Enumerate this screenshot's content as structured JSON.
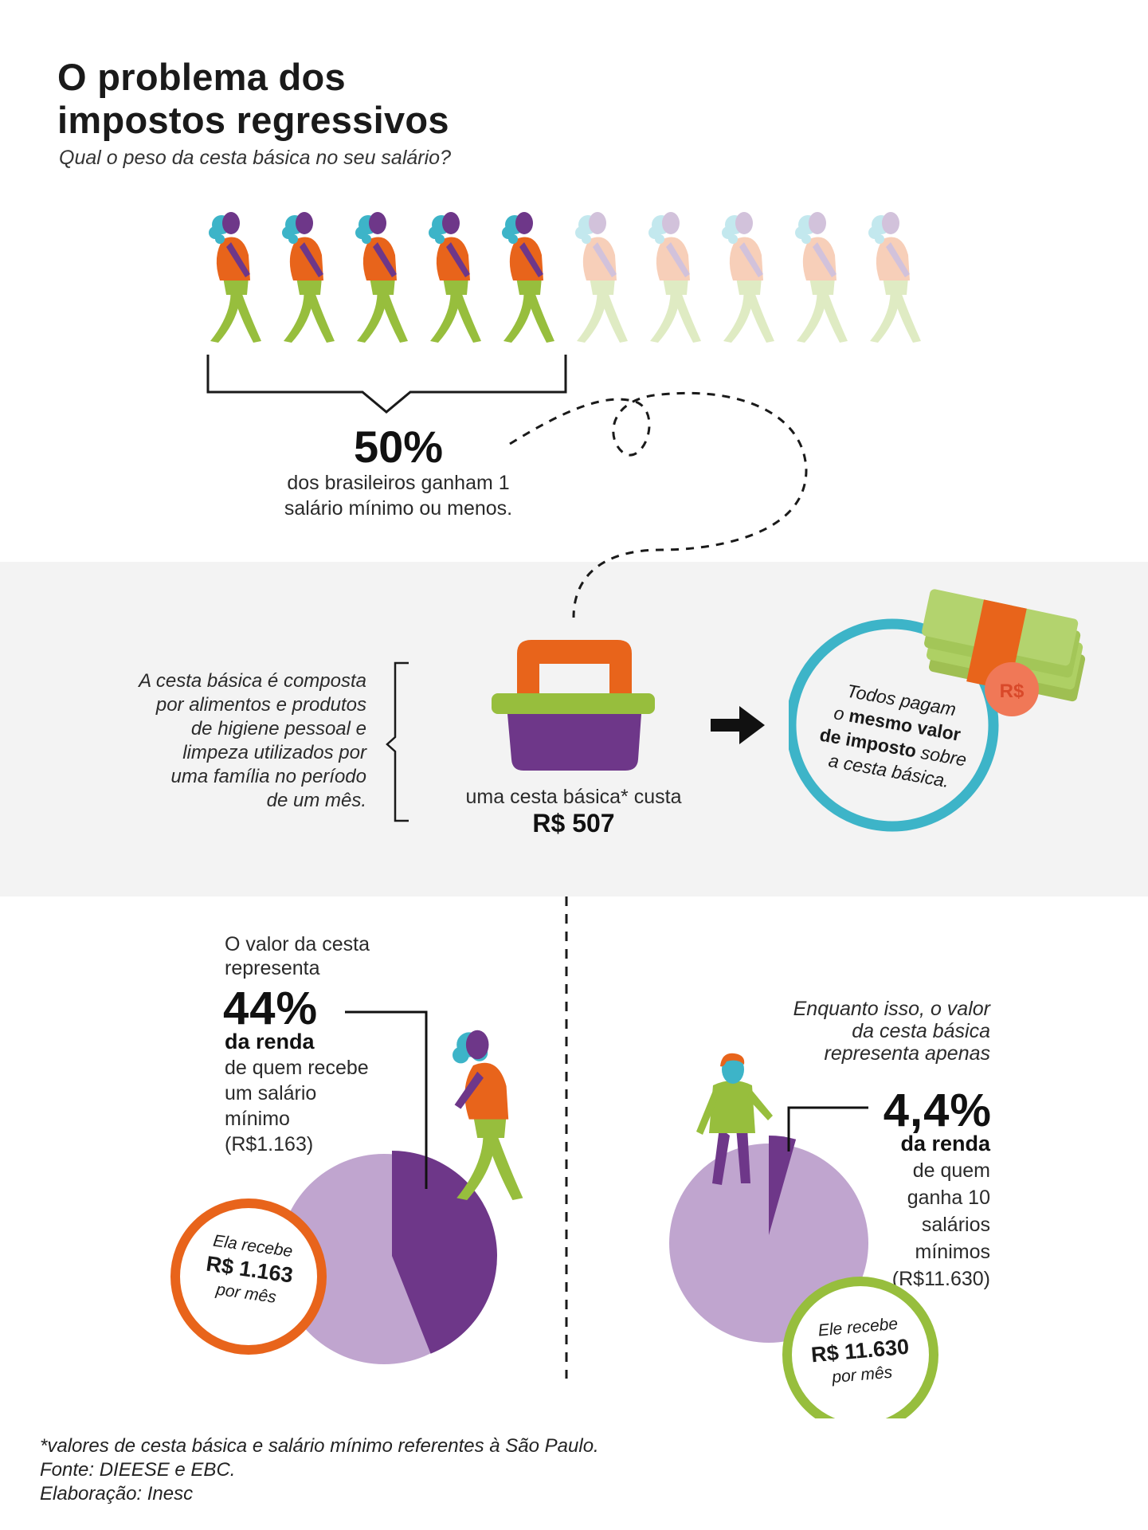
{
  "header": {
    "title": "O problema dos\nimpostos regressivos",
    "subtitle": "Qual o peso da cesta básica no seu salário?"
  },
  "people_row": {
    "total": 10,
    "highlighted": 5
  },
  "stat50": {
    "value": "50%",
    "text_line1": "dos brasileiros ganham 1",
    "text_line2": "salário mínimo ou menos."
  },
  "basket": {
    "description": [
      "A cesta básica é composta",
      "por alimentos e produtos",
      "de higiene pessoal e",
      "limpeza utilizados por",
      "uma família no período",
      "de um mês."
    ],
    "cost_label": "uma cesta básica* custa",
    "cost_value": "R$ 507"
  },
  "tax_circle": {
    "coin_label": "R$",
    "line1": "Todos pagam",
    "line2_plain": "o ",
    "line2_bold": "mesmo valor",
    "line3_bold": "de imposto",
    "line3_plain": " sobre",
    "line4": "a cesta básica."
  },
  "left_stat": {
    "intro_line1": "O valor da cesta",
    "intro_line2": "representa",
    "value": "44%",
    "bold_label": "da renda",
    "rest": [
      "de quem recebe",
      "um salário",
      "mínimo",
      "(R$1.163)"
    ],
    "badge_line1": "Ela recebe",
    "badge_value": "R$ 1.163",
    "badge_line3": "por mês",
    "share_percent": 44
  },
  "right_stat": {
    "intro": [
      "Enquanto isso, o valor",
      "da cesta básica",
      "representa apenas"
    ],
    "value": "4,4%",
    "bold_label": "da renda",
    "rest": [
      "de quem",
      "ganha 10",
      "salários",
      "mínimos",
      "(R$11.630)"
    ],
    "badge_line1": "Ele recebe",
    "badge_value": "R$ 11.630",
    "badge_line3": "por mês",
    "share_percent": 4.4
  },
  "footer": {
    "line1": "*valores de cesta básica e salário mínimo referentes à São Paulo.",
    "line2": "Fonte: DIEESE e EBC.",
    "line3": "Elaboração: Inesc"
  },
  "colors": {
    "orange": "#e8641b",
    "green": "#97be3d",
    "purple": "#6e3789",
    "light_purple": "#c0a5cf",
    "teal": "#3db4c8",
    "grey_band": "#f3f3f3"
  }
}
